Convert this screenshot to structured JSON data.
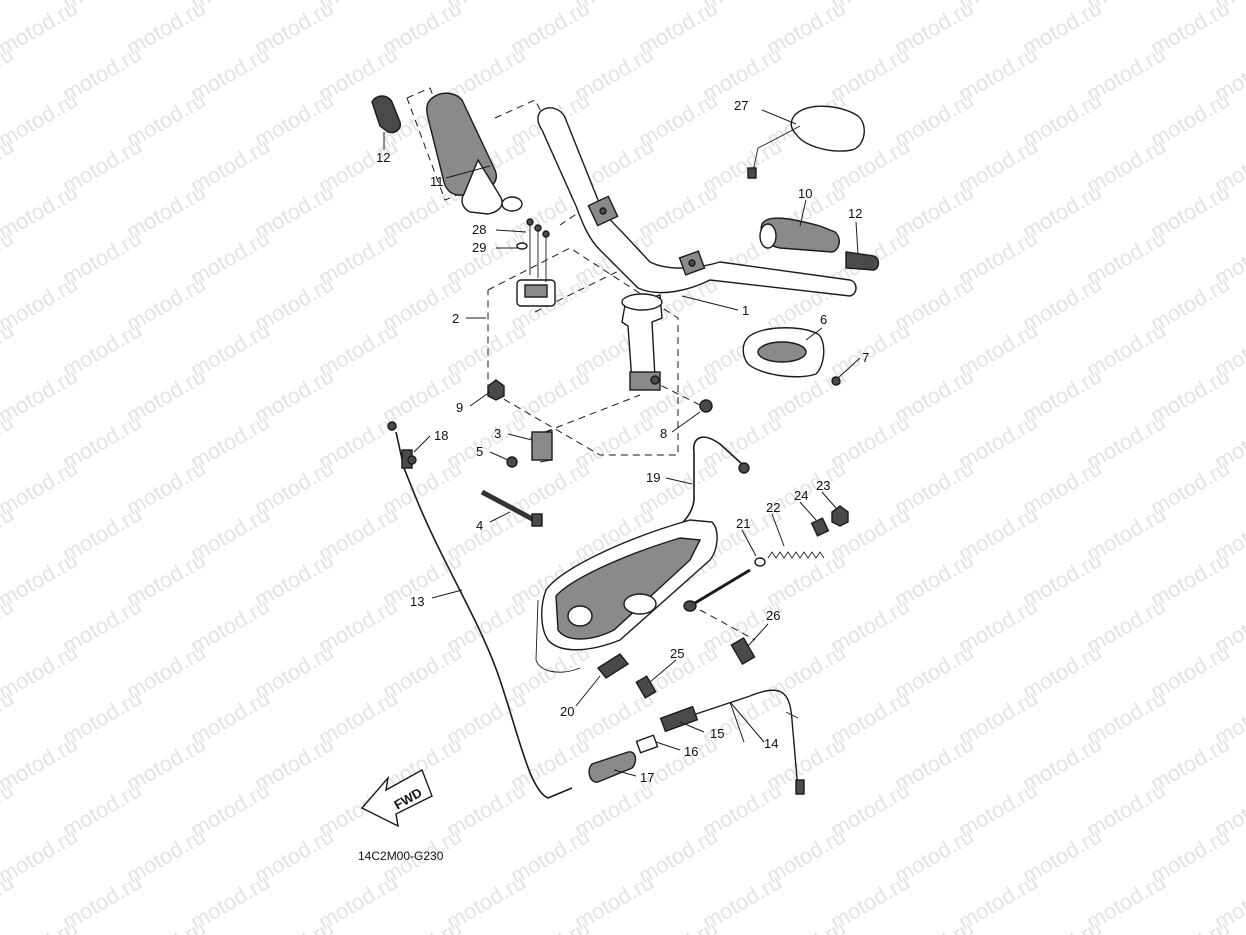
{
  "watermark": "motod.ru",
  "diagram_code": "14C2M00-G230",
  "fwd_label": "FWD",
  "callouts": [
    "1",
    "2",
    "3",
    "4",
    "5",
    "6",
    "7",
    "8",
    "9",
    "10",
    "11",
    "12",
    "12",
    "13",
    "14",
    "15",
    "16",
    "17",
    "18",
    "19",
    "20",
    "21",
    "22",
    "23",
    "24",
    "25",
    "26",
    "27",
    "28",
    "29"
  ]
}
